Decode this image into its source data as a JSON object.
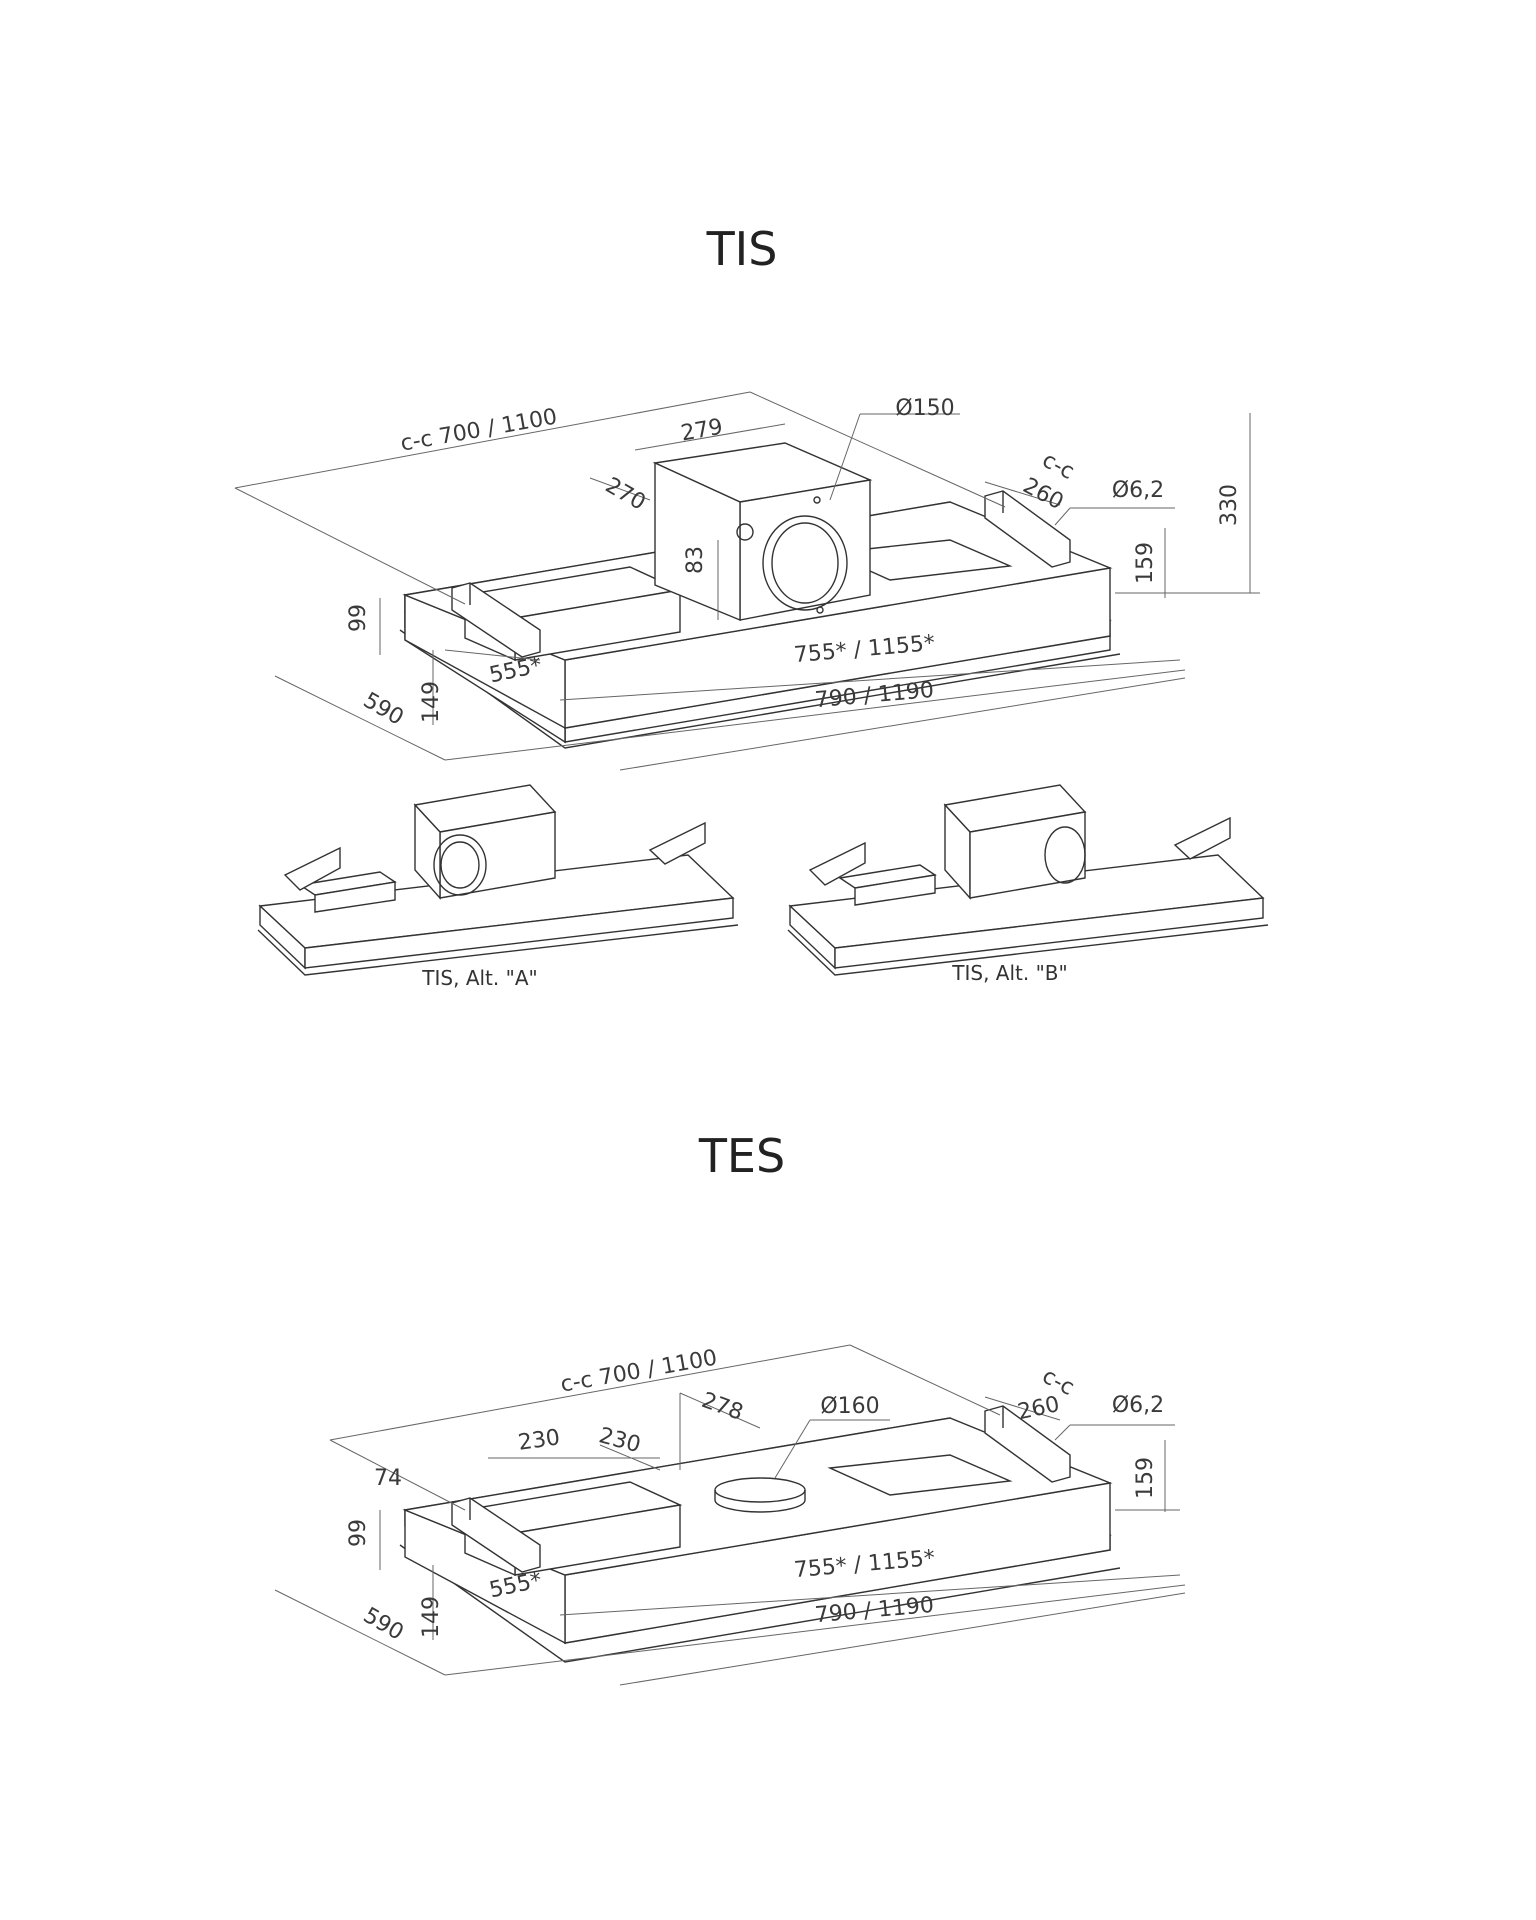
{
  "tis": {
    "title": "TIS",
    "dims": {
      "cc": "c-c 700 / 1100",
      "w279": "279",
      "dia150": "Ø150",
      "w270": "270",
      "cc_small": "c-c",
      "w260": "260",
      "dia62": "Ø6,2",
      "h330": "330",
      "h159": "159",
      "h83": "83",
      "h99": "99",
      "d555": "555*",
      "l755": "755* / 1155*",
      "h149": "149",
      "d590": "590",
      "l790": "790 / 1190"
    },
    "alt_a": "TIS, Alt. \"A\"",
    "alt_b": "TIS, Alt. \"B\""
  },
  "tes": {
    "title": "TES",
    "dims": {
      "cc": "c-c 700 / 1100",
      "cc_small": "c-c",
      "w260": "260",
      "dia62": "Ø6,2",
      "w278": "278",
      "dia160": "Ø160",
      "w230a": "230",
      "w230b": "230",
      "h74": "74",
      "h99": "99",
      "h159": "159",
      "d555": "555*",
      "l755": "755* / 1155*",
      "h149": "149",
      "d590": "590",
      "l790": "790 / 1190"
    }
  }
}
